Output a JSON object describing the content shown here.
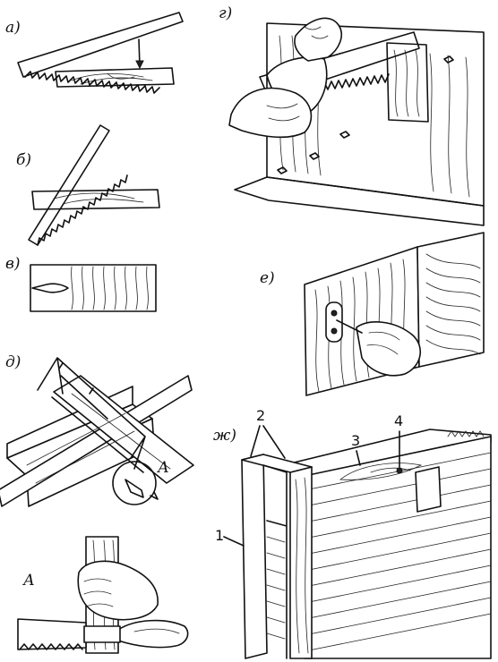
{
  "panels": {
    "a": {
      "label": "а)"
    },
    "b": {
      "label": "б)"
    },
    "v": {
      "label": "в)"
    },
    "g": {
      "label": "г)"
    },
    "d": {
      "label": "д)"
    },
    "e": {
      "label": "е)"
    },
    "zh": {
      "label": "ж)"
    }
  },
  "detail": {
    "label": "А",
    "callout": "А"
  },
  "callouts": {
    "n1": "1",
    "n2": "2",
    "n3": "3",
    "n4": "4"
  }
}
